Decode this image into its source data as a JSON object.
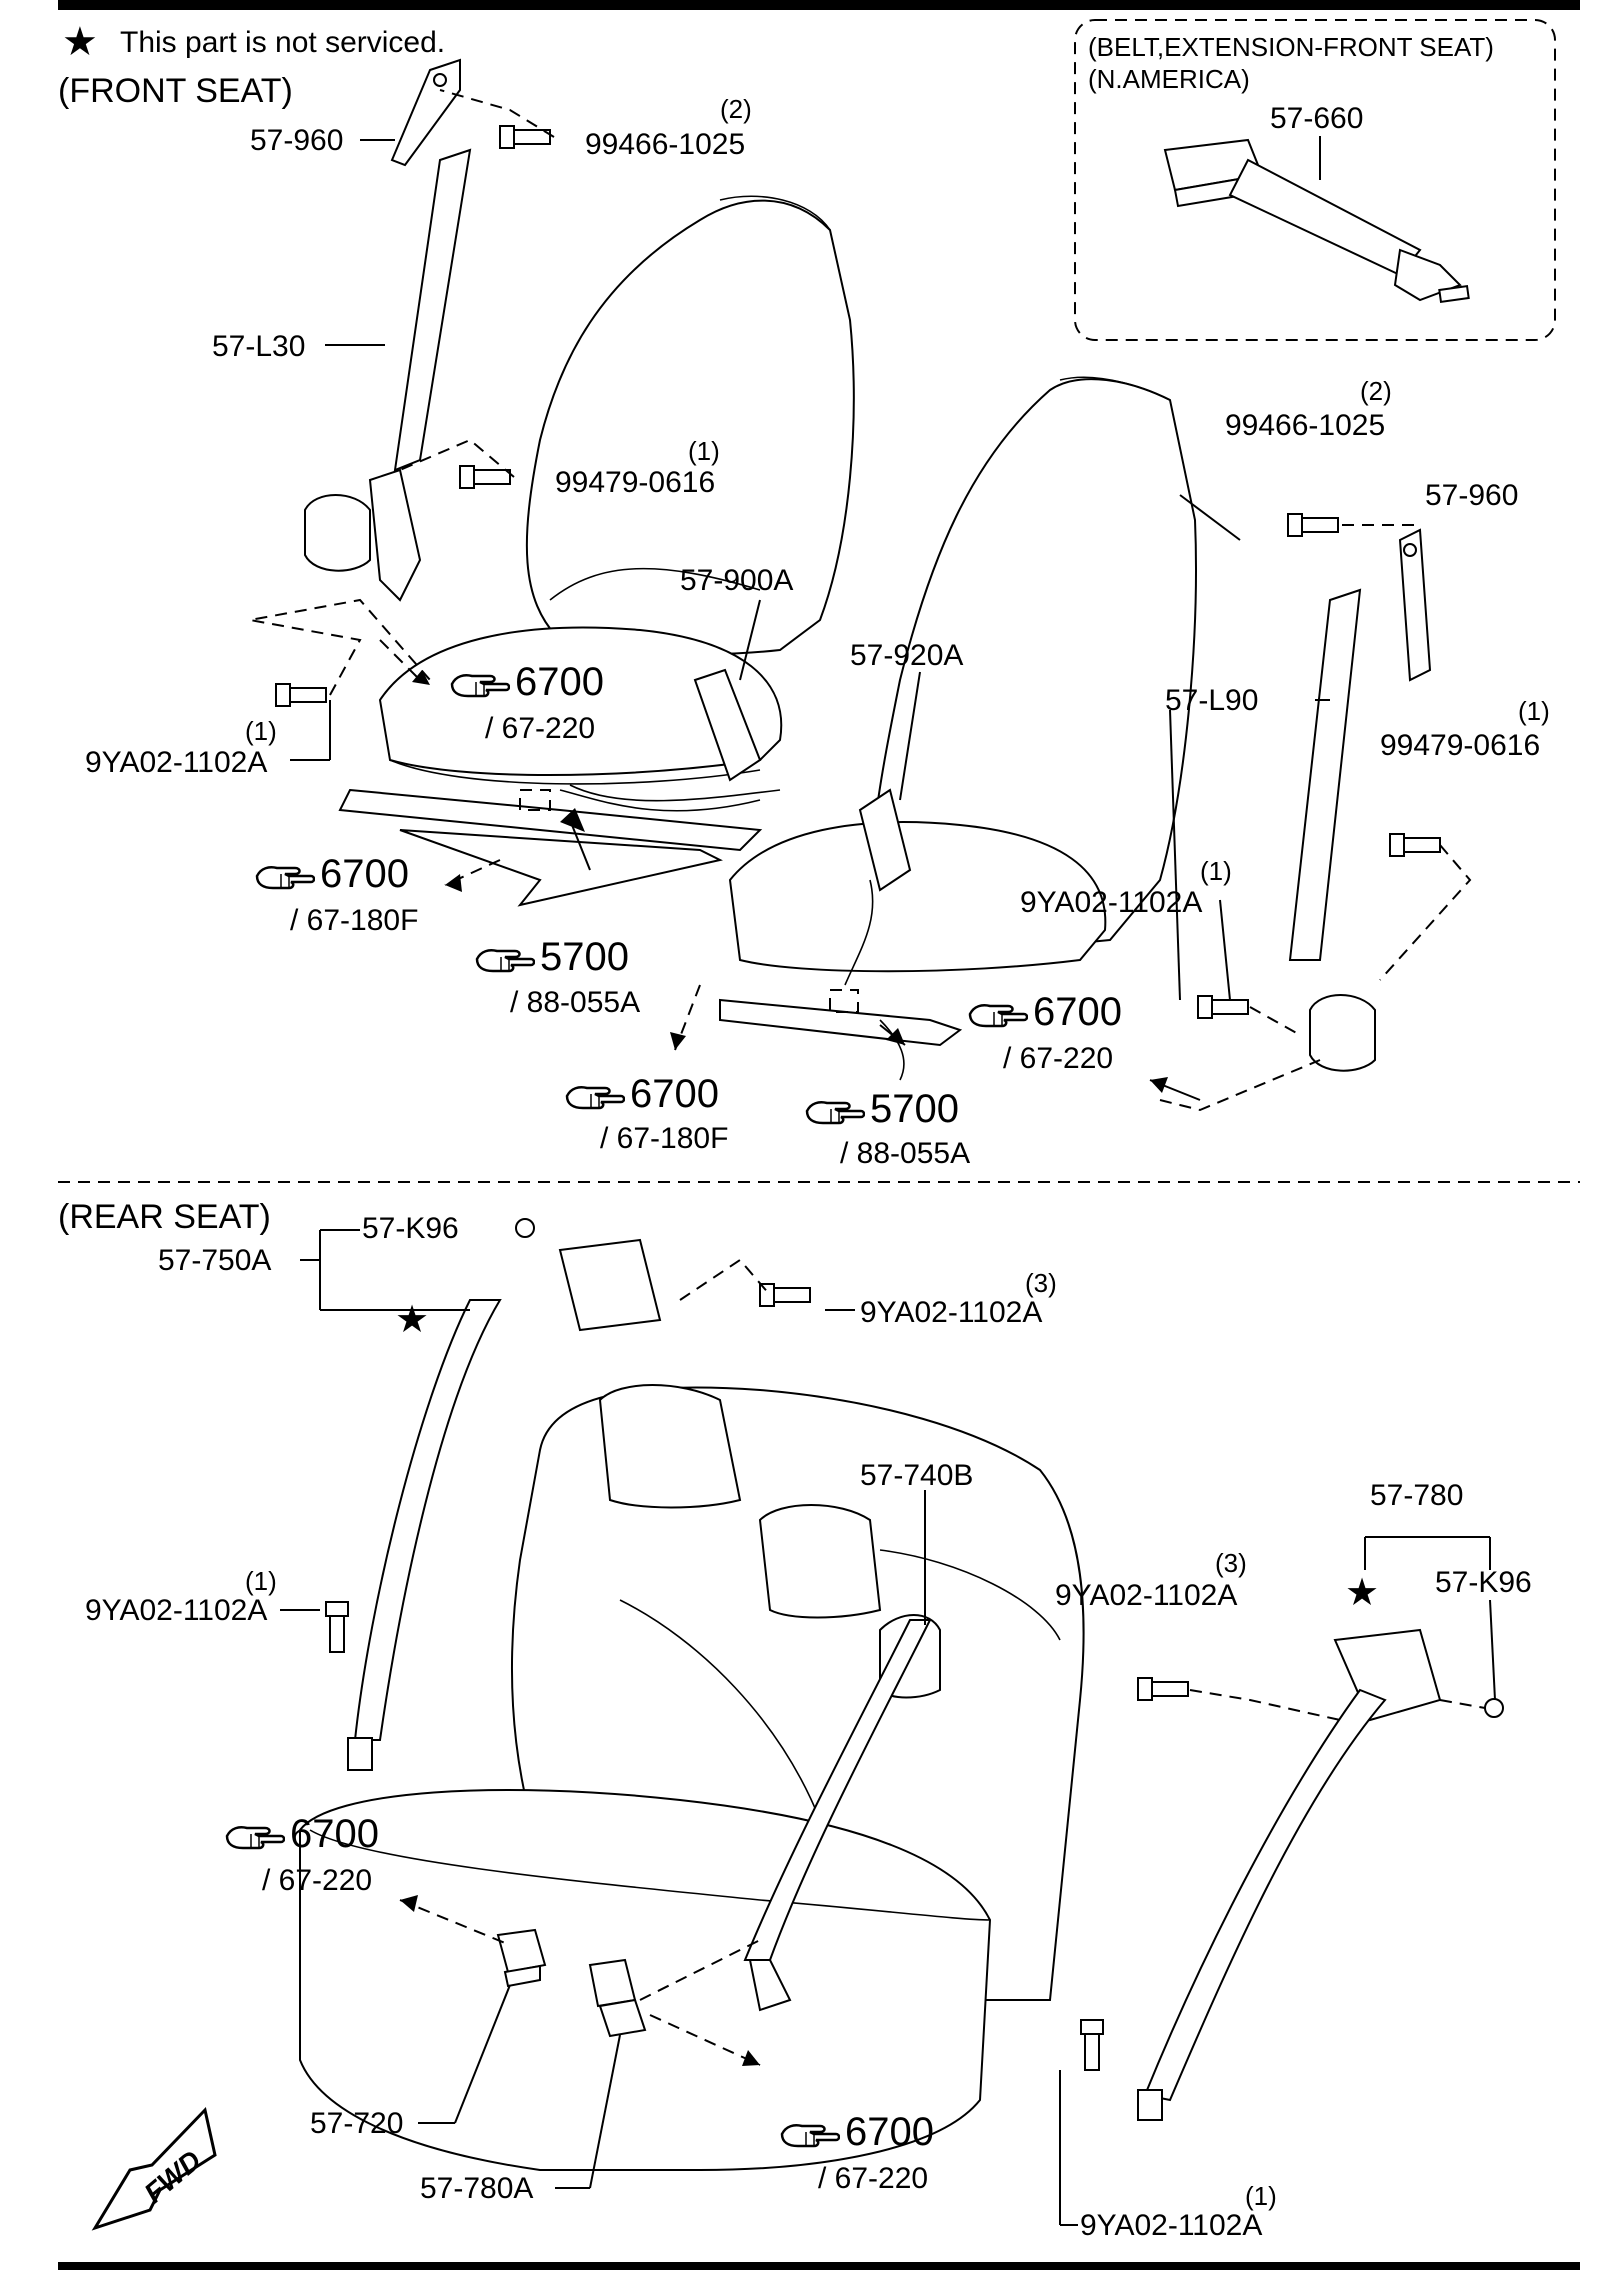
{
  "note": "This part is not serviced.",
  "sections": {
    "front": "(FRONT SEAT)",
    "rear": "(REAR SEAT)"
  },
  "inset": {
    "title_line1": "(BELT,EXTENSION-FRONT SEAT)",
    "title_line2": "(N.AMERICA)",
    "part": "57-660"
  },
  "front_labels": {
    "p57_960_left": "57-960",
    "bolt_99466_left": "99466-1025",
    "qty_99466_left": "(2)",
    "p57_L30": "57-L30",
    "bolt_99479_left": "99479-0616",
    "qty_99479_left": "(1)",
    "p57_900A": "57-900A",
    "bolt_9YA02_left": "9YA02-1102A",
    "qty_9YA02_left": "(1)",
    "p57_920A": "57-920A",
    "bolt_99466_right": "99466-1025",
    "qty_99466_right": "(2)",
    "p57_960_right": "57-960",
    "p57_L90": "57-L90",
    "bolt_99479_right": "99479-0616",
    "qty_99479_right": "(1)",
    "bolt_9YA02_right": "9YA02-1102A",
    "qty_9YA02_right": "(1)"
  },
  "front_refs": [
    {
      "num": "6700",
      "sub": "/ 67-220"
    },
    {
      "num": "6700",
      "sub": "/ 67-180F"
    },
    {
      "num": "5700",
      "sub": "/ 88-055A"
    },
    {
      "num": "6700",
      "sub": "/ 67-180F"
    },
    {
      "num": "5700",
      "sub": "/ 88-055A"
    },
    {
      "num": "6700",
      "sub": "/ 67-220"
    }
  ],
  "rear_labels": {
    "p57_K96_left": "57-K96",
    "p57_750A": "57-750A",
    "bolt_9YA02_top": "9YA02-1102A",
    "qty_9YA02_top": "(3)",
    "bolt_9YA02_left": "9YA02-1102A",
    "qty_9YA02_left": "(1)",
    "p57_740B": "57-740B",
    "p57_780": "57-780",
    "p57_K96_right": "57-K96",
    "bolt_9YA02_mid": "9YA02-1102A",
    "qty_9YA02_mid": "(3)",
    "p57_720": "57-720",
    "p57_780A": "57-780A",
    "bolt_9YA02_bottom": "9YA02-1102A",
    "qty_9YA02_bottom": "(1)",
    "fwd": "FWD"
  },
  "rear_refs": [
    {
      "num": "6700",
      "sub": "/ 67-220"
    },
    {
      "num": "6700",
      "sub": "/ 67-220"
    }
  ]
}
